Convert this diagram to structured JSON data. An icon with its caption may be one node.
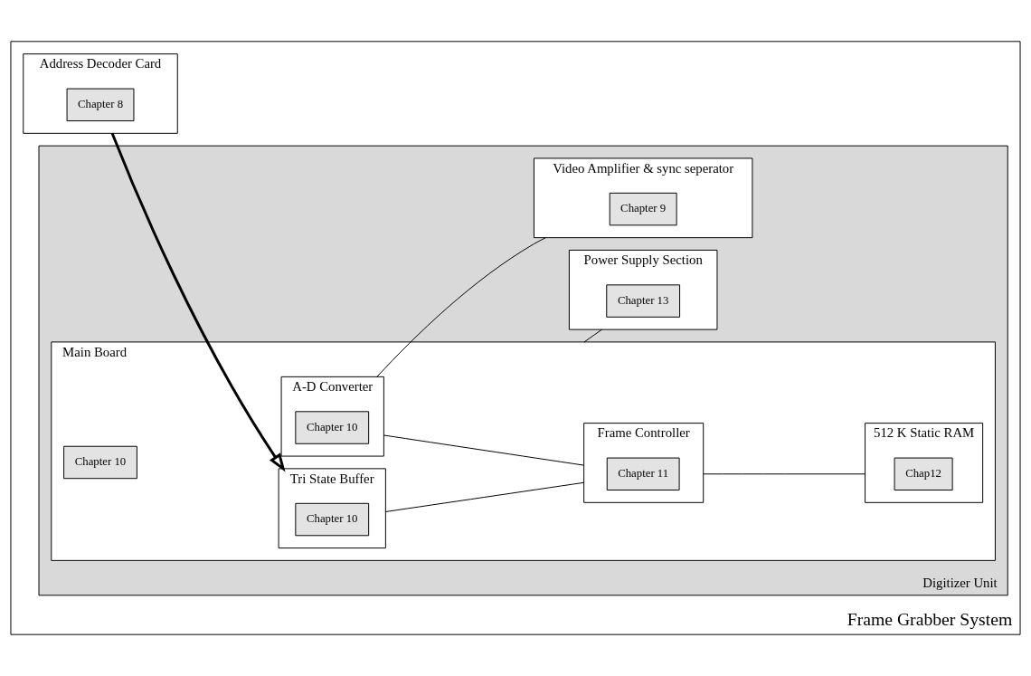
{
  "diagram": {
    "nodes": [
      {
        "text": [
          "Frame Grabber System"
        ]
      },
      {
        "text": [
          "Address Decoder Card"
        ],
        "in": 0
      },
      {
        "text": [
          "Chapter 8"
        ],
        "in": 1
      },
      {
        "text": [
          "Digitizer Unit"
        ],
        "in": 0
      },
      {
        "text": [
          "Main Board"
        ],
        "in": 3
      },
      {
        "text": [
          "Tri State Buffer"
        ],
        "in": 4
      },
      {
        "text": [
          "Chapter 10"
        ],
        "in": 5
      },
      {
        "text": [
          "Frame Controller"
        ],
        "in": 4
      },
      {
        "text": [
          "Chapter 11"
        ],
        "in": 7
      },
      {
        "text": [
          "512 K Static RAM"
        ],
        "in": 4
      },
      {
        "text": [
          "Chap12"
        ],
        "in": 9
      },
      {
        "text": [
          "A-D Converter"
        ],
        "in": 4
      },
      {
        "text": [
          "Chapter 10"
        ],
        "in": 11
      },
      {
        "text": [
          "Chapter 10"
        ],
        "in": 4
      },
      {
        "text": [
          "Video Amplifier & sync seperator"
        ],
        "in": 3
      },
      {
        "text": [
          "Chapter 9"
        ],
        "in": 14
      },
      {
        "text": [
          "Power Supply Section"
        ],
        "in": 3
      },
      {
        "text": [
          "Chapter 13"
        ],
        "in": 16
      }
    ],
    "edges": [
      {
        "from": 1,
        "to": 5,
        "arrow": "to",
        "style": "thick"
      },
      {
        "from": 5,
        "to": 7,
        "arrow": "none"
      },
      {
        "from": 7,
        "to": 9,
        "arrow": "none"
      },
      {
        "from": 11,
        "to": 7,
        "arrow": "none"
      },
      {
        "from": 11,
        "to": 14,
        "arrow": "none"
      },
      {
        "from": 4,
        "to": 16,
        "arrow": "none"
      }
    ]
  }
}
